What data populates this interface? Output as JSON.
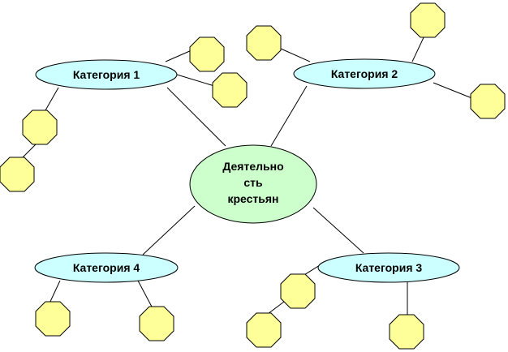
{
  "diagram": {
    "center": {
      "lines": [
        "Деятельно",
        "сть",
        "крестьян"
      ]
    },
    "categories": [
      {
        "label": "Категория 1"
      },
      {
        "label": "Категория 2"
      },
      {
        "label": "Категория 3"
      },
      {
        "label": "Категория 4"
      }
    ]
  },
  "colors": {
    "center_fill": "#ccffcc",
    "category_fill": "#ccffff",
    "leaf_fill": "#ffff99",
    "stroke": "#000000"
  }
}
